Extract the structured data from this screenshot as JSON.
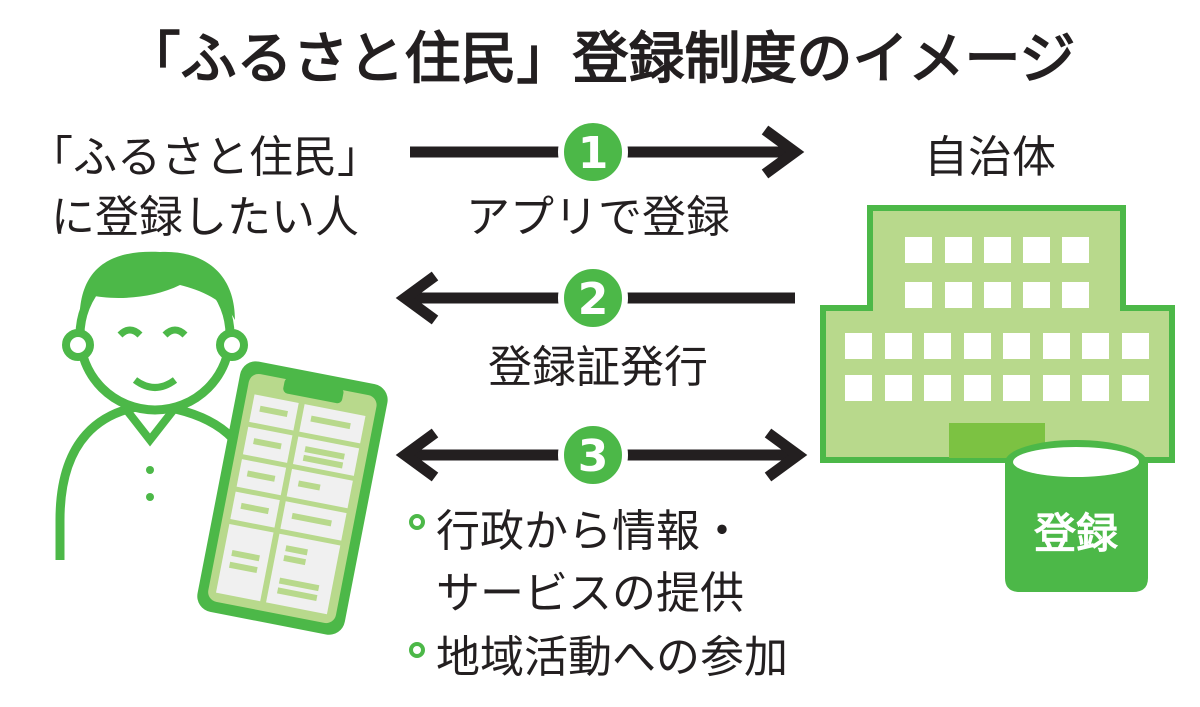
{
  "title": "「ふるさと住民」登録制度のイメージ",
  "person_label": [
    "「ふるさと住民」",
    "に登録したい人"
  ],
  "municipality_label": "自治体",
  "steps": [
    {
      "number": "1",
      "label": "アプリで登録",
      "direction": "right"
    },
    {
      "number": "2",
      "label": "登録証発行",
      "direction": "left"
    },
    {
      "number": "3",
      "label": "",
      "direction": "both"
    }
  ],
  "benefits": [
    "行政から情報・",
    "サービスの提供",
    "地域活動への参加"
  ],
  "database_label": "登録",
  "colors": {
    "green": "#4cb848",
    "light_green": "#b8d98c",
    "door": "#7cc242",
    "text": "#231f20"
  }
}
